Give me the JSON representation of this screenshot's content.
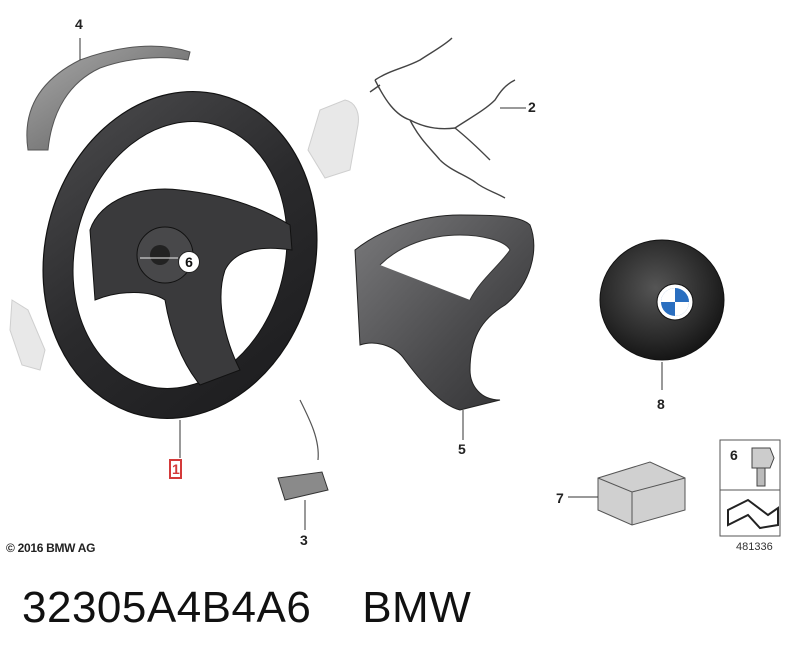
{
  "callouts": {
    "c1": "1",
    "c2": "2",
    "c3": "3",
    "c4": "4",
    "c5": "5",
    "c6_wheel": "6",
    "c6_box": "6",
    "c7": "7",
    "c8": "8"
  },
  "copyright": "© 2016 BMW AG",
  "diagram_id": "481336",
  "caption": "32305A4B4A6    BMW",
  "colors": {
    "highlight": "#d43a3a",
    "wheel": "#2e2e30",
    "ghost": "#d8d8d8"
  }
}
